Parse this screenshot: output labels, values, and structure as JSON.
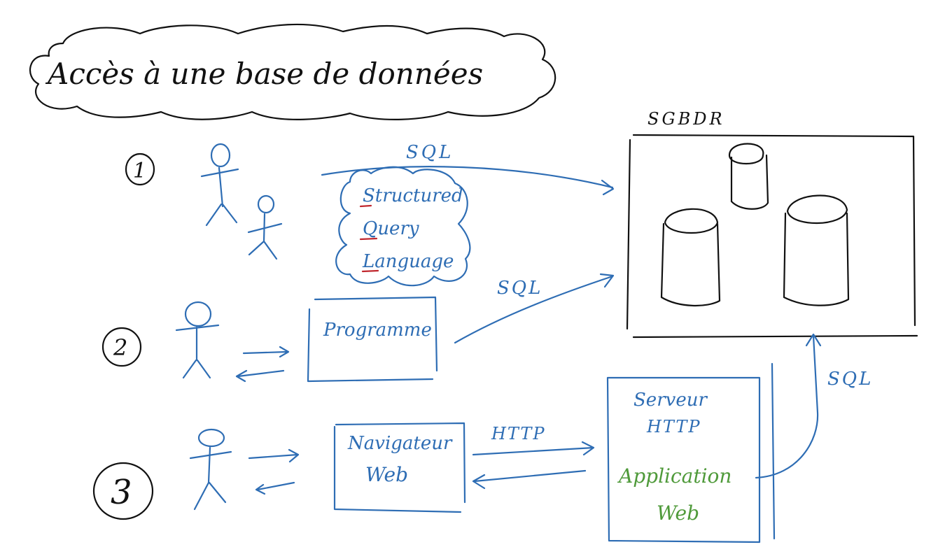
{
  "title": "Accès à une base de données",
  "colors": {
    "ink": "#111111",
    "blue": "#2e6db4",
    "green": "#4f9a3a",
    "red": "#c0272d",
    "background": "#ffffff"
  },
  "sgbdr": {
    "label": "SGBDR"
  },
  "scenarios": [
    {
      "number": "1",
      "sql_label": "SQL",
      "acronym_words": [
        "Structured",
        "Query",
        "Language"
      ]
    },
    {
      "number": "2",
      "box_label": "Programme",
      "sql_label": "SQL"
    },
    {
      "number": "3",
      "browser_line1": "Navigateur",
      "browser_line2": "Web",
      "http_label": "HTTP",
      "server_line1": "Serveur",
      "server_line2": "HTTP",
      "app_line1": "Application",
      "app_line2": "Web",
      "sql_label": "SQL"
    }
  ]
}
